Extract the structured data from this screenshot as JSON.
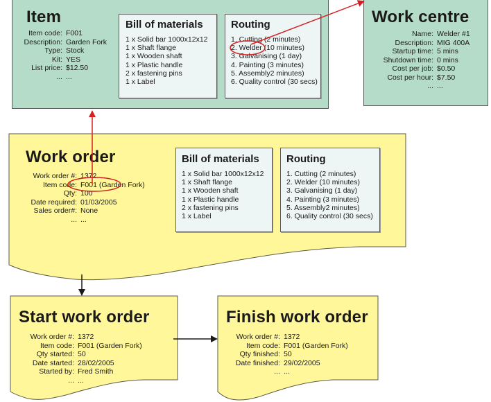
{
  "item": {
    "title": "Item",
    "fields": [
      {
        "label": "Item code:",
        "value": "F001"
      },
      {
        "label": "Description:",
        "value": "Garden Fork"
      },
      {
        "label": "Type:",
        "value": "Stock"
      },
      {
        "label": "Kit:",
        "value": "YES"
      },
      {
        "label": "List price:",
        "value": "$12.50"
      },
      {
        "label": "...",
        "value": "..."
      }
    ],
    "bom": {
      "title": "Bill of materials",
      "items": [
        "1 x Solid bar 1000x12x12",
        "1 x Shaft flange",
        "1 x Wooden shaft",
        "1 x Plastic handle",
        "2 x fastening pins",
        "1 x Label"
      ]
    },
    "routing": {
      "title": "Routing",
      "steps": [
        "1. Cutting (2 minutes)",
        "2. Welder (10 minutes)",
        "3. Galvanising (1 day)",
        "4. Painting (3 minutes)",
        "5. Assembly2 minutes)",
        "6. Quality control (30 secs)"
      ]
    }
  },
  "work_centre": {
    "title": "Work centre",
    "fields": [
      {
        "label": "Name:",
        "value": "Welder #1"
      },
      {
        "label": "Description:",
        "value": "MIG 400A"
      },
      {
        "label": "Startup time:",
        "value": "5 mins"
      },
      {
        "label": "Shutdown time:",
        "value": "0 mins"
      },
      {
        "label": "Cost per job:",
        "value": "$0.50"
      },
      {
        "label": "Cost per hour:",
        "value": "$7.50"
      },
      {
        "label": "...",
        "value": "..."
      }
    ]
  },
  "work_order": {
    "title": "Work order",
    "fields": [
      {
        "label": "Work order #:",
        "value": "1372"
      },
      {
        "label": "Item code:",
        "value": "F001 (Garden Fork)"
      },
      {
        "label": "Qty:",
        "value": "100"
      },
      {
        "label": "Date required:",
        "value": "01/03/2005"
      },
      {
        "label": "Sales order#:",
        "value": "None"
      },
      {
        "label": "...",
        "value": "..."
      }
    ],
    "bom": {
      "title": "Bill of materials",
      "items": [
        "1 x Solid bar 1000x12x12",
        "1 x Shaft flange",
        "1 x Wooden shaft",
        "1 x Plastic handle",
        "2 x fastening pins",
        "1 x Label"
      ]
    },
    "routing": {
      "title": "Routing",
      "steps": [
        "1. Cutting (2 minutes)",
        "2. Welder (10 minutes)",
        "3. Galvanising (1 day)",
        "4. Painting (3 minutes)",
        "5. Assembly2 minutes)",
        "6. Quality control (30 secs)"
      ]
    }
  },
  "start_work_order": {
    "title": "Start work order",
    "fields": [
      {
        "label": "Work order #:",
        "value": "1372"
      },
      {
        "label": "Item code:",
        "value": "F001 (Garden Fork)"
      },
      {
        "label": "Qty started:",
        "value": "50"
      },
      {
        "label": "Date started:",
        "value": "28/02/2005"
      },
      {
        "label": "Started by:",
        "value": "Fred Smith"
      },
      {
        "label": "...",
        "value": "..."
      }
    ]
  },
  "finish_work_order": {
    "title": "Finish work order",
    "fields": [
      {
        "label": "Work order #:",
        "value": "1372"
      },
      {
        "label": "Item code:",
        "value": "F001 (Garden Fork)"
      },
      {
        "label": "Qty finished:",
        "value": "50"
      },
      {
        "label": "Date finished:",
        "value": "29/02/2005"
      },
      {
        "label": "...",
        "value": "..."
      }
    ]
  },
  "colors": {
    "master_fill": "#b5dcc8",
    "document_fill": "#fff799",
    "subpanel_fill": "#eef5f5",
    "link_red": "#d42020",
    "flow_arrow": "#1a1a1a"
  }
}
